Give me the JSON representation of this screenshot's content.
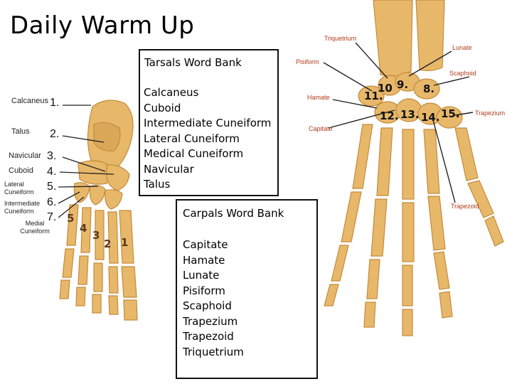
{
  "title": "Daily Warm Up",
  "tarsals": {
    "heading": "Tarsals Word Bank",
    "words": [
      "Calcaneus",
      "Cuboid",
      "Intermediate Cuneiform",
      "Lateral Cuneiform",
      "Medical Cuneiform",
      "Navicular",
      "Talus"
    ]
  },
  "carpals": {
    "heading": "Carpals Word Bank",
    "words": [
      "Capitate",
      "Hamate",
      "Lunate",
      "Pisiform",
      "Scaphoid",
      "Trapezium",
      "Trapezoid",
      "Triquetrium"
    ]
  },
  "foot": {
    "labels": {
      "calcaneus": "Calcaneus",
      "talus": "Talus",
      "navicular": "Navicular",
      "cuboid": "Cuboid",
      "lateral": "Lateral Cuneiform",
      "intermediate": "Intermediate Cuneiform",
      "medial": "Medial Cuneiform"
    },
    "numbers": [
      "1.",
      "2.",
      "3.",
      "4.",
      "5.",
      "6.",
      "7."
    ],
    "toe_numbers": [
      "5",
      "4",
      "3",
      "2",
      "1"
    ]
  },
  "hand": {
    "labels": {
      "triquetrium": "Triquetrium",
      "lunate": "Lunate",
      "pisiform": "Pisiform",
      "scaphoid": "Scaphoid",
      "hamate": "Hamate",
      "capitate": "Capitate",
      "trapezium": "Trapezium",
      "trapezoid": "Trapezoid"
    },
    "numbers": [
      "8.",
      "9.",
      "10",
      "11.",
      "12.",
      "13.",
      "14.",
      "15."
    ]
  },
  "colors": {
    "bone": "#e8b86a",
    "bone_dark": "#c48a3a",
    "hand_label": "#b03a1a"
  }
}
